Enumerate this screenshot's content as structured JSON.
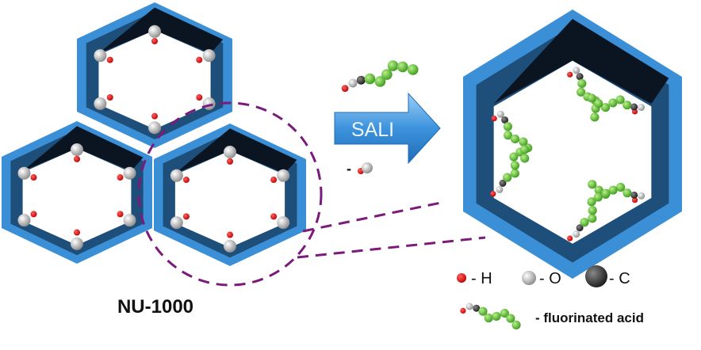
{
  "title": "NU-1000",
  "arrow_label": "SALI",
  "removed_label": "-",
  "legend": {
    "h": "- H",
    "o": "- O",
    "c": "- C",
    "acid": "-  fluorinated acid"
  },
  "colors": {
    "frame_light": "#3a8fd6",
    "frame_dark": "#1d4f7a",
    "hydrogen": "#e00000",
    "oxygen": "#e8e8e8",
    "carbon": "#3a3a3a",
    "fluorine": "#66cc33",
    "dash": "#7b1a7b"
  }
}
